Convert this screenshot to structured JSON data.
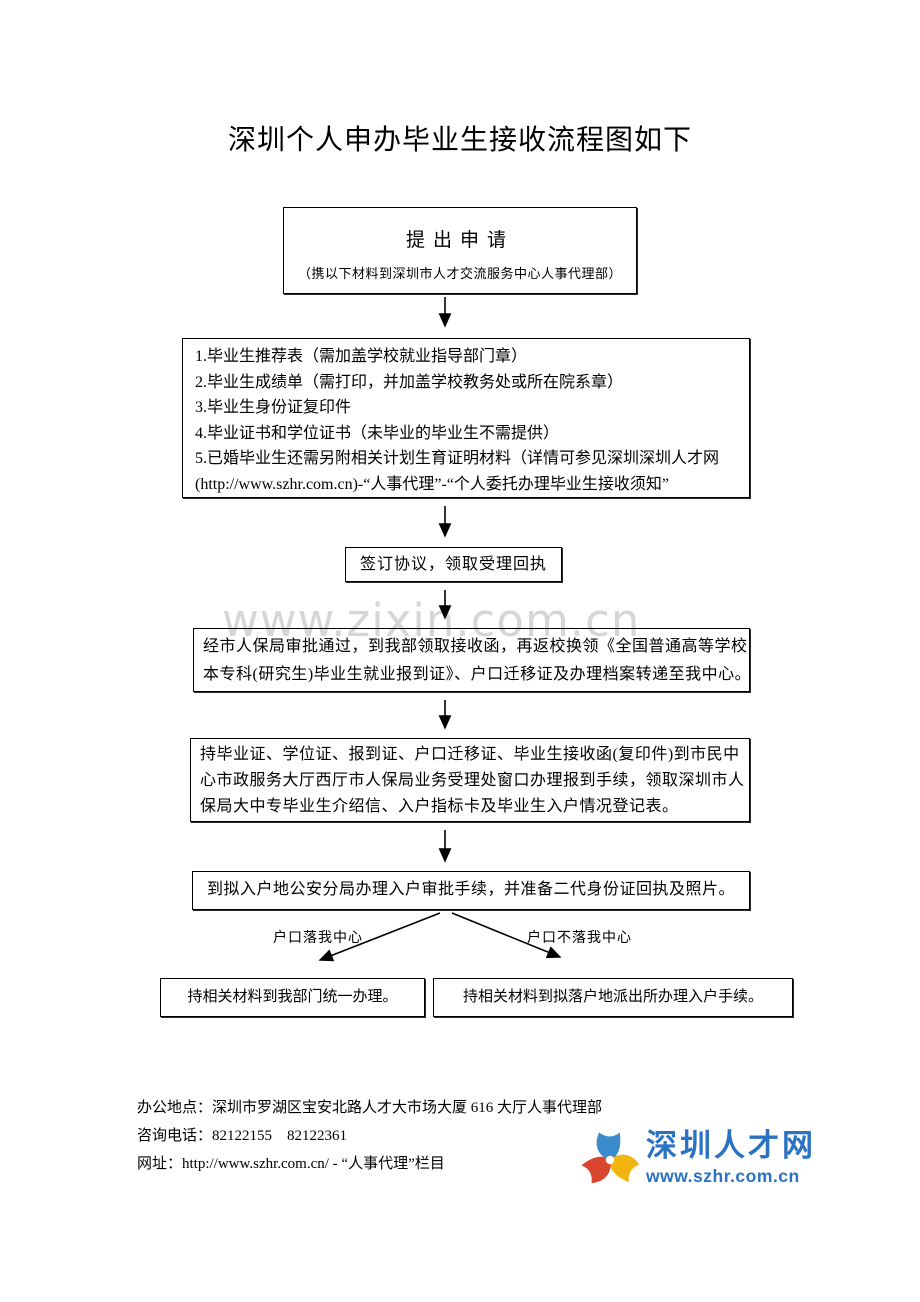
{
  "page": {
    "title": "深圳个人申办毕业生接收流程图如下",
    "watermark": "www.zixin.com.cn"
  },
  "flow": {
    "apply": {
      "title": "提出申请",
      "subtitle": "（携以下材料到深圳市人才交流服务中心人事代理部）"
    },
    "materials": {
      "items": [
        "1.毕业生推荐表（需加盖学校就业指导部门章）",
        "2.毕业生成绩单（需打印，并加盖学校教务处或所在院系章）",
        "3.毕业生身份证复印件",
        "4.毕业证书和学位证书（未毕业的毕业生不需提供）",
        "5.已婚毕业生还需另附相关计划生育证明材料（详情可参见深圳深圳人才网",
        "(http://www.szhr.com.cn)-“人事代理”-“个人委托办理毕业生接收须知”"
      ]
    },
    "sign": "签订协议，领取受理回执",
    "approval": {
      "lines": [
        "经市人保局审批通过，到我部领取接收函，再返校换领《全国普通高等学校",
        "本专科(研究生)毕业生就业报到证》、户口迁移证及办理档案转递至我中心。"
      ]
    },
    "register": {
      "lines": [
        "持毕业证、学位证、报到证、户口迁移证、毕业生接收函(复印件)到市民中",
        "心市政服务大厅西厅市人保局业务受理处窗口办理报到手续，领取深圳市人",
        "保局大中专毕业生介绍信、入户指标卡及毕业生入户情况登记表。"
      ]
    },
    "police": "到拟入户地公安分局办理入户审批手续，并准备二代身份证回执及照片。",
    "branch_left_label": "户口落我中心",
    "branch_right_label": "户口不落我中心",
    "result_left": "持相关材料到我部门统一办理。",
    "result_right": "持相关材料到拟落户地派出所办理入户手续。"
  },
  "footer": {
    "address": "办公地点：深圳市罗湖区宝安北路人才大市场大厦 616 大厅人事代理部",
    "phone": "咨询电话：82122155    82122361",
    "website": "网址：http://www.szhr.com.cn/ - “人事代理”栏目"
  },
  "logo": {
    "name": "深圳人才网",
    "url": "www.szhr.com.cn",
    "colors": {
      "blue": "#3a8ccd",
      "red": "#d9452e",
      "yellow": "#f2b40e",
      "text_blue": "#2a72c2"
    }
  }
}
